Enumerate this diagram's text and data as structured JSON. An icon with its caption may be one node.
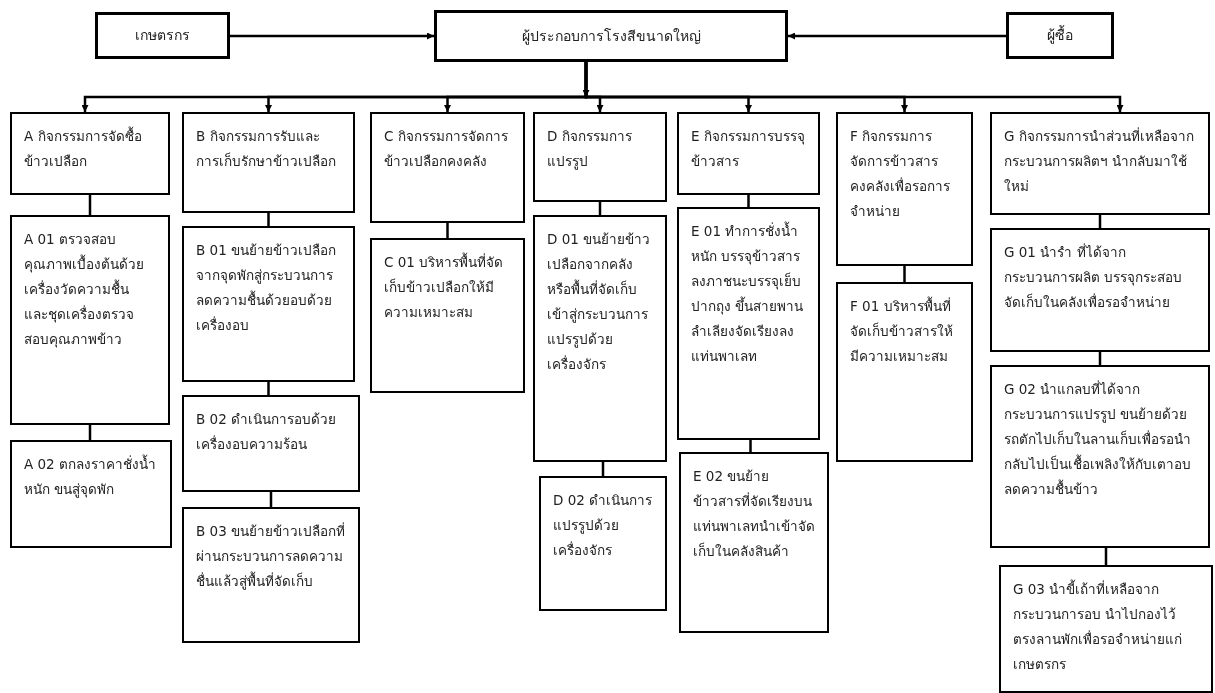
{
  "diagram": {
    "nodes": [
      {
        "text": [
          "เกษตรกร"
        ]
      },
      {
        "text": [
          "ผู้ประกอบการโรงสีขนาดใหญ่"
        ]
      },
      {
        "text": [
          "ผู้ซื้อ"
        ]
      },
      {
        "text": [
          "A กิจกรรมการจัดซื้อข้าวเปลือก"
        ]
      },
      {
        "text": [
          "A 01 ตรวจสอบคุณภาพเบื้องต้นด้วยเครื่องวัดความชื้น และชุดเครื่องตรวจสอบคุณภาพข้าว"
        ]
      },
      {
        "text": [
          "A 02 ตกลงราคาชั่งน้ำหนัก ขนสู่จุดพัก"
        ]
      },
      {
        "text": [
          "B กิจกรรมการรับและการเก็บรักษาข้าวเปลือก"
        ]
      },
      {
        "text": [
          "B 01 ขนย้ายข้าวเปลือกจากจุดพักสู่กระบวนการลดความชื้นด้วยอบด้วยเครื่องอบ"
        ]
      },
      {
        "text": [
          "B 02 ดำเนินการอบด้วยเครื่องอบความร้อน"
        ]
      },
      {
        "text": [
          "B 03 ขนย้ายข้าวเปลือกที่ผ่านกระบวนการลดความชื่นแล้วสู่พื้นที่จัดเก็บ"
        ]
      },
      {
        "text": [
          "C กิจกรรมการจัดการข้าวเปลือกคงคลัง"
        ]
      },
      {
        "text": [
          "C 01 บริหารพื้นที่จัดเก็บข้าวเปลือกให้มีความเหมาะสม"
        ]
      },
      {
        "text": [
          "D กิจกรรมการแปรรูป"
        ]
      },
      {
        "text": [
          "D 01 ขนย้ายข้าวเปลือกจากคลัง หรือพื้นที่จัดเก็บ เข้าสู่กระบวนการแปรรูปด้วยเครื่องจักร"
        ]
      },
      {
        "text": [
          "D 02 ดำเนินการแปรรูปด้วยเครื่องจักร"
        ]
      },
      {
        "text": [
          "E กิจกรรมการบรรจุข้าวสาร"
        ]
      },
      {
        "text": [
          "E 01 ทำการชั่งน้ำหนัก บรรจุข้าวสารลงภาชนะบรรจุเย็บปากถุง ขึ้นสายพานลำเลียงจัดเรียงลงแท่นพาเลท"
        ]
      },
      {
        "text": [
          "E 02 ขนย้ายข้าวสารที่จัดเรียงบนแท่นพาเลทนำเข้าจัดเก็บในคลังสินค้า"
        ]
      },
      {
        "text": [
          "F กิจกรรมการจัดการข้าวสารคงคลังเพื่อรอการจำหน่าย"
        ]
      },
      {
        "text": [
          "F 01 บริหารพื้นที่จัดเก็บข้าวสารให้มีความเหมาะสม"
        ]
      },
      {
        "text": [
          "G กิจกรรมการนำส่วนที่เหลือจากกระบวนการผลิตฯ นำกลับมาใช้ใหม่"
        ]
      },
      {
        "text": [
          "G 01 นำรำ ที่ได้จากกระบวนการผลิต บรรจุกระสอบ จัดเก็บในคลังเพื่อรอจำหน่าย"
        ]
      },
      {
        "text": [
          "G 02 นำแกลบที่ได้จากกระบวนการแปรรูป ขนย้ายด้วยรถตักไปเก็บในลานเก็บเพื่อรอนำกลับไปเป็นเชื้อเพลิงให้กับเตาอบลดความชื้นข้าว"
        ]
      },
      {
        "text": [
          "G 03 นำขี้เถ้าที่เหลือจากกระบวนการอบ นำไปกองไว้ตรงลานพักเพื่อรอจำหน่ายแก่เกษตรกร"
        ]
      }
    ],
    "edges": [
      {
        "from": 0,
        "to": 1,
        "arrow": "to"
      },
      {
        "from": 2,
        "to": 1,
        "arrow": "to"
      },
      {
        "from": 1,
        "to": 3,
        "arrow": "to"
      },
      {
        "from": 1,
        "to": 6,
        "arrow": "to"
      },
      {
        "from": 1,
        "to": 10,
        "arrow": "to"
      },
      {
        "from": 1,
        "to": 12,
        "arrow": "to"
      },
      {
        "from": 1,
        "to": 15,
        "arrow": "to"
      },
      {
        "from": 1,
        "to": 18,
        "arrow": "to"
      },
      {
        "from": 1,
        "to": 20,
        "arrow": "to"
      },
      {
        "from": 3,
        "to": 4,
        "arrow": "none"
      },
      {
        "from": 4,
        "to": 5,
        "arrow": "none"
      },
      {
        "from": 6,
        "to": 7,
        "arrow": "none"
      },
      {
        "from": 7,
        "to": 8,
        "arrow": "none"
      },
      {
        "from": 8,
        "to": 9,
        "arrow": "none"
      },
      {
        "from": 10,
        "to": 11,
        "arrow": "none"
      },
      {
        "from": 12,
        "to": 13,
        "arrow": "none"
      },
      {
        "from": 13,
        "to": 14,
        "arrow": "none"
      },
      {
        "from": 15,
        "to": 16,
        "arrow": "none"
      },
      {
        "from": 16,
        "to": 17,
        "arrow": "none"
      },
      {
        "from": 18,
        "to": 19,
        "arrow": "none"
      },
      {
        "from": 20,
        "to": 21,
        "arrow": "none"
      },
      {
        "from": 21,
        "to": 22,
        "arrow": "none"
      },
      {
        "from": 22,
        "to": 23,
        "arrow": "none"
      }
    ]
  }
}
